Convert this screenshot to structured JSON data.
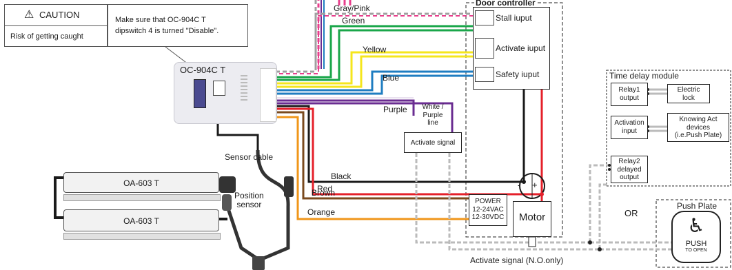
{
  "caution": {
    "title": "CAUTION",
    "risk": "Risk of getting caught",
    "note_line1": "Make sure that OC-904C T",
    "note_line2": "dipswitch 4 is turned \"Disable\"."
  },
  "device": {
    "name": "OC-904C T"
  },
  "door_controller": {
    "title": "Door controller",
    "stall_input": "Stall iuput",
    "activate_input": "Activate iuput",
    "safety_input": "Safety iuput",
    "power_line1": "POWER",
    "power_line2": "12-24VAC",
    "power_line3": "12-30VDC",
    "motor": "Motor",
    "minus": "-",
    "plus": "+"
  },
  "wires": {
    "gray_pink": "Gray/Pink",
    "green": "Green",
    "yellow": "Yellow",
    "blue": "Blue",
    "purple": "Purple",
    "white_purple_line1": "White /",
    "white_purple_line2": "Purple",
    "white_purple_line3": "line",
    "black": "Black",
    "red": "Red",
    "brown": "Brown",
    "orange": "Orange"
  },
  "activate_signal_box": "Activate signal",
  "sensor_cable": "Sensor cable",
  "position_sensor_line1": "Position",
  "position_sensor_line2": "sensor",
  "sensors": [
    "OA-603 T",
    "OA-603 T"
  ],
  "time_delay": {
    "title": "Time delay module",
    "relay1_line1": "Relay1",
    "relay1_line2": "output",
    "activation_line1": "Activation",
    "activation_line2": "input",
    "relay2_line1": "Relay2",
    "relay2_line2": "delayed",
    "relay2_line3": "output",
    "electric_lock_line1": "Electric",
    "electric_lock_line2": "lock",
    "knowing_line1": "Knowing Act",
    "knowing_line2": "devices",
    "knowing_line3": "(i.e.Push Plate)"
  },
  "or_label": "OR",
  "push_plate": {
    "title": "Push Plate",
    "push": "PUSH",
    "to_open": "TO OPEN",
    "icon": "wheelchair-icon"
  },
  "activate_signal_note": "Activate signal (N.O.only)",
  "colors": {
    "gray": "#a0a0a0",
    "pink": "#e83e8c",
    "green": "#1aa64a",
    "yellow": "#f5e61c",
    "blue": "#1f7dc1",
    "purple": "#6a2c91",
    "black": "#1a1a1a",
    "red": "#e5202a",
    "brown": "#7a4a1e",
    "orange": "#f0961a"
  }
}
